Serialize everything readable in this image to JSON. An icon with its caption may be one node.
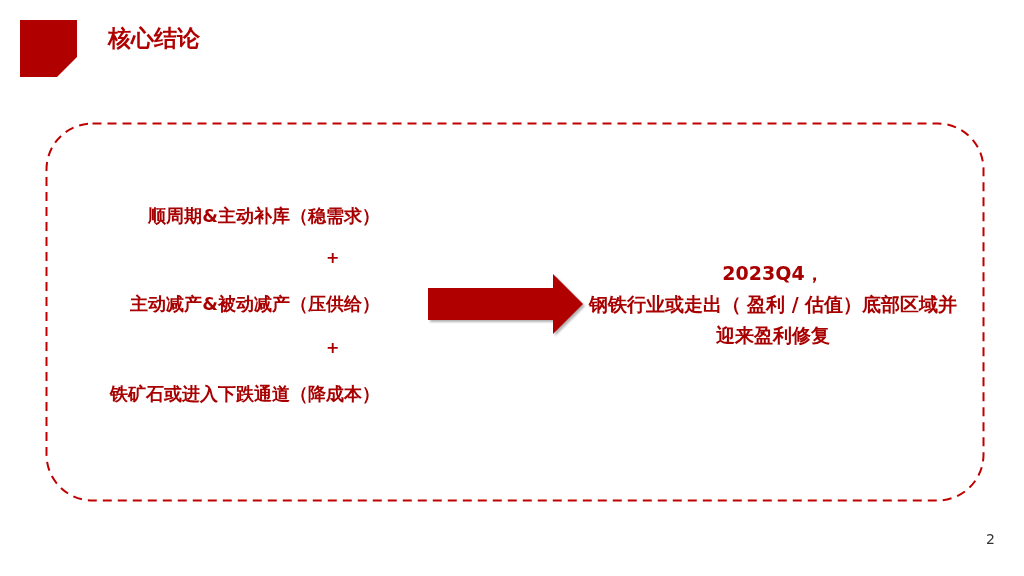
{
  "diagram": {
    "title": "核心结论",
    "nodes": [
      {
        "text": [],
        "shape": "box"
      },
      {
        "text": [
          "顺周期&主动补库（稳需求）"
        ],
        "in": 0
      },
      {
        "text": [
          "主动减产&被动减产（压供给）"
        ],
        "in": 0
      },
      {
        "text": [
          "铁矿石或进入下跌通道（降成本）"
        ],
        "in": 0
      },
      {
        "text": [
          "2023Q4，",
          "钢铁行业或走出（ 盈利 / 估值）底部区域并迎来盈利修复"
        ],
        "in": 0
      }
    ],
    "edges": [
      {
        "from": null,
        "to": 4,
        "arrow": "to",
        "style": "thick"
      }
    ],
    "labels": [
      "+",
      "+",
      "2"
    ]
  }
}
